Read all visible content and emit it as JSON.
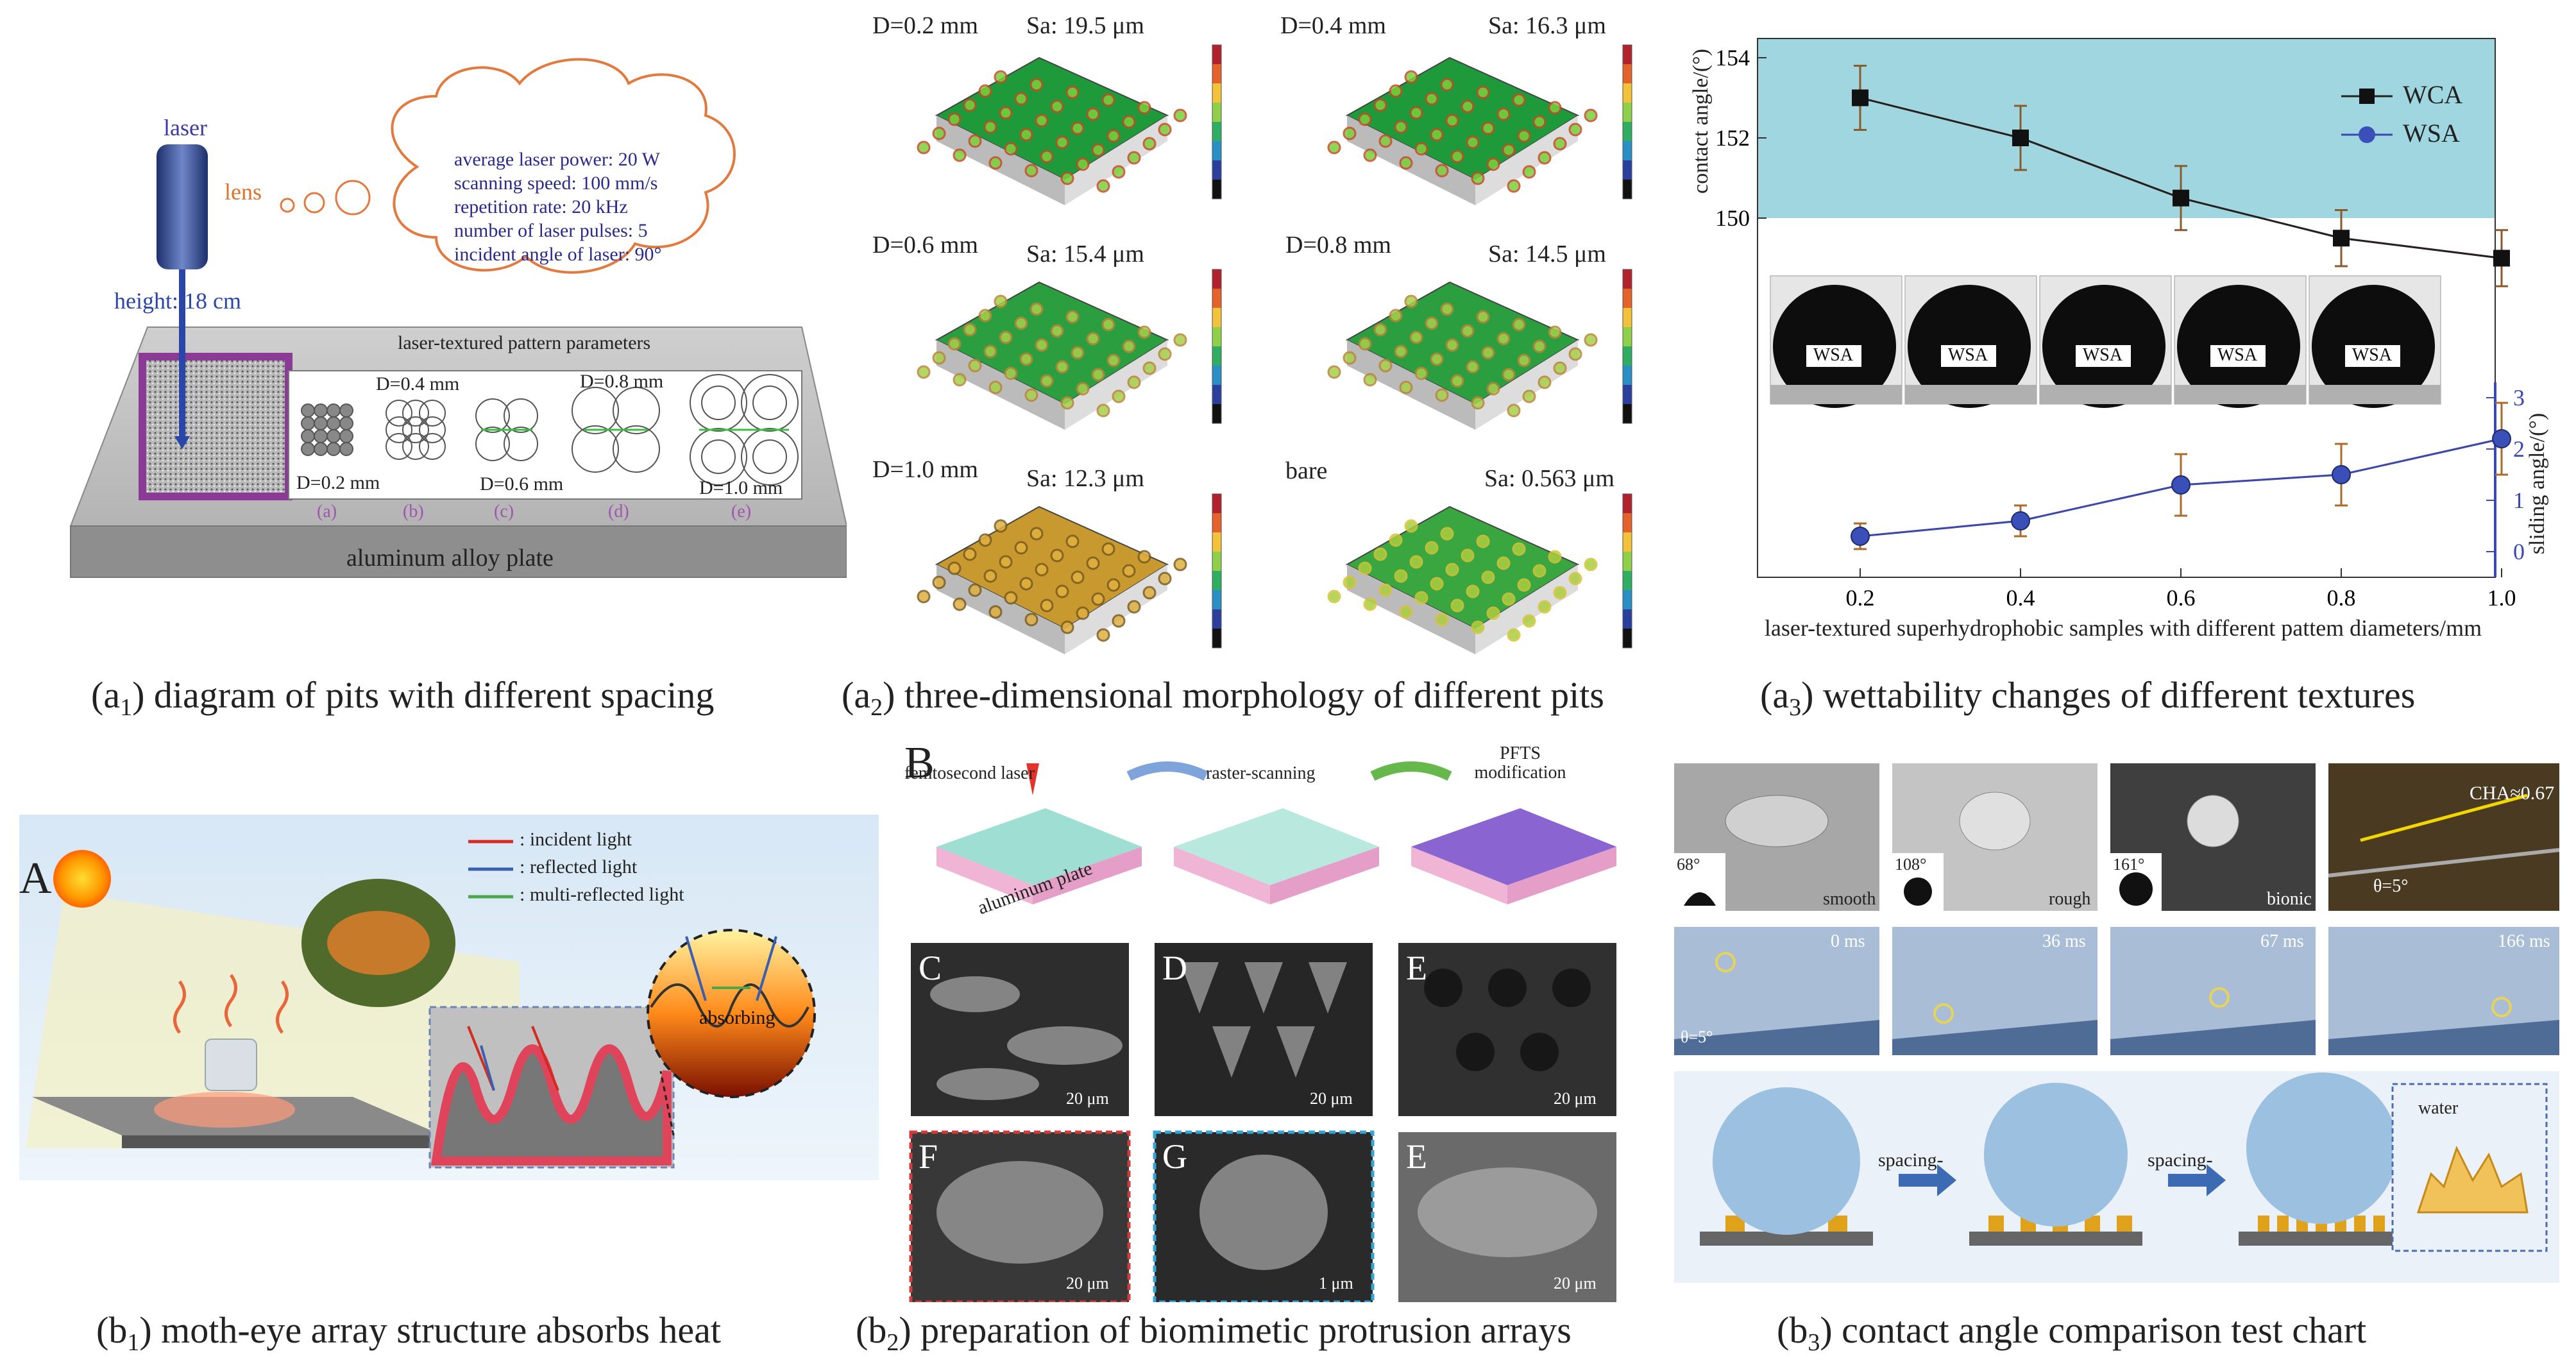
{
  "captions": {
    "a1": {
      "pre": "(a",
      "sub": "1",
      "post": ") diagram of pits with different spacing"
    },
    "a2": {
      "pre": "(a",
      "sub": "2",
      "post": ") three-dimensional morphology of different pits"
    },
    "a3": {
      "pre": "(a",
      "sub": "3",
      "post": ") wettability changes of different textures"
    },
    "b1": {
      "pre": "(b",
      "sub": "1",
      "post": ") moth-eye array structure absorbs heat"
    },
    "b2": {
      "pre": "(b",
      "sub": "2",
      "post": ") preparation of biomimetic protrusion arrays"
    },
    "b3": {
      "pre": "(b",
      "sub": "3",
      "post": ") contact angle comparison test chart"
    }
  },
  "a1": {
    "laser": "laser",
    "lens": "lens",
    "height": "height: 18 cm",
    "params": [
      "average laser power: 20 W",
      "scanning speed: 100 mm/s",
      "repetition rate: 20 kHz",
      "number of laser pulses: 5",
      "incident angle of laser: 90°"
    ],
    "pattern_title": "laser-textured pattern parameters",
    "plate": "aluminum alloy plate",
    "patterns": [
      {
        "label": "D=0.2 mm",
        "tag": "(a)"
      },
      {
        "label": "D=0.4 mm",
        "tag": "(b)"
      },
      {
        "label": "D=0.6 mm",
        "tag": "(c)"
      },
      {
        "label": "D=0.8 mm",
        "tag": "(d)"
      },
      {
        "label": "D=1.0 mm",
        "tag": "(e)"
      }
    ]
  },
  "a2": {
    "tiles": [
      {
        "d": "D=0.2 mm",
        "sa": "Sa: 19.5 μm",
        "scheme": "green-pits"
      },
      {
        "d": "D=0.4 mm",
        "sa": "Sa: 16.3 μm",
        "scheme": "green-pits"
      },
      {
        "d": "D=0.6 mm",
        "sa": "Sa: 15.4 μm",
        "scheme": "green-rings"
      },
      {
        "d": "D=0.8 mm",
        "sa": "Sa: 14.5 μm",
        "scheme": "green-rings"
      },
      {
        "d": "D=1.0 mm",
        "sa": "Sa: 12.3 μm",
        "scheme": "orange-ring"
      },
      {
        "d": "bare",
        "sa": "Sa: 0.563 μm",
        "scheme": "green-flat"
      }
    ]
  },
  "a3": {
    "left_axis_label": "contact angle/(°)",
    "right_axis_label": "sliding angle/(°)",
    "xlabel": "laser-textured superhydrophobic samples with different pattem diameters/mm",
    "droplet_label": "WSA",
    "legend": [
      "WCA",
      "WSA"
    ]
  },
  "chart_data": {
    "type": "line",
    "x": [
      0.2,
      0.4,
      0.6,
      0.8,
      1.0
    ],
    "xlabel": "laser-textured superhydrophobic samples with different pattem diameters/mm",
    "series": [
      {
        "name": "WCA",
        "axis": "left",
        "values": [
          153.0,
          152.0,
          150.5,
          149.5,
          149.0
        ],
        "errors": [
          0.8,
          0.8,
          0.8,
          0.7,
          0.7
        ]
      },
      {
        "name": "WSA",
        "axis": "right",
        "values": [
          0.3,
          0.6,
          1.3,
          1.5,
          2.2
        ],
        "errors": [
          0.25,
          0.3,
          0.6,
          0.6,
          0.7
        ]
      }
    ],
    "left_ylabel": "contact angle/(°)",
    "left_yticks": [
      150,
      152,
      154
    ],
    "right_ylabel": "sliding angle/(°)",
    "right_yticks": [
      0,
      1,
      2,
      3
    ],
    "xticks": [
      "0.2",
      "0.4",
      "0.6",
      "0.8",
      "1.0"
    ],
    "legend_position": "top-right"
  },
  "b1": {
    "panel": "A",
    "legend": [
      ": incident light",
      ": reflected light",
      ": multi-reflected light"
    ],
    "absorbing": "absorbing"
  },
  "b2": {
    "panel": "B",
    "steps": [
      "femtosecond laser",
      "raster-scanning",
      "PFTS modification"
    ],
    "plate": "aluminum plate",
    "sem": [
      {
        "tag": "C",
        "scale": "20 μm"
      },
      {
        "tag": "D",
        "scale": "20 μm"
      },
      {
        "tag": "E",
        "scale": "20 μm"
      },
      {
        "tag": "F",
        "scale": "20 μm"
      },
      {
        "tag": "G",
        "scale": "1 μm"
      },
      {
        "tag": "E",
        "scale": "20 μm"
      }
    ]
  },
  "b3": {
    "photos": [
      {
        "angle": "68°",
        "label": "smooth"
      },
      {
        "angle": "108°",
        "label": "rough"
      },
      {
        "angle": "161°",
        "label": "bionic"
      }
    ],
    "cha": "CHA≈0.67",
    "theta": "θ=5°",
    "times": [
      "0 ms",
      "36 ms",
      "67 ms",
      "166 ms"
    ],
    "spacing": "spacing-",
    "water": "water"
  }
}
